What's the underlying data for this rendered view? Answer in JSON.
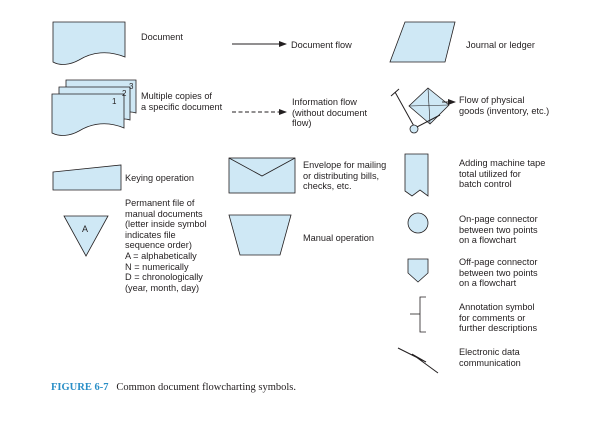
{
  "colors": {
    "fill": "#cfe8f5",
    "stroke": "#231f20",
    "caption_accent": "#2a8fc7"
  },
  "symbols": {
    "document": "Document",
    "document_flow": "Document flow",
    "journal": "Journal or ledger",
    "multiple_copies": "Multiple copies of\na specific document",
    "copy_numbers": [
      "1",
      "2",
      "3"
    ],
    "information_flow": "Information flow\n(without document\nflow)",
    "physical_goods": "Flow of physical\ngoods (inventory, etc.)",
    "keying": "Keying operation",
    "envelope": "Envelope for mailing\nor distributing bills,\nchecks, etc.",
    "adding_tape": "Adding machine tape\ntotal utilized for\nbatch control",
    "permanent_file": "Permanent file of\nmanual documents\n(letter inside symbol\nindicates file\nsequence order)\nA = alphabetically\nN = numerically\nD = chronologically\n     (year, month, day)",
    "file_letter": "A",
    "manual_operation": "Manual operation",
    "on_page": "On-page connector\nbetween two points\non a flowchart",
    "off_page": "Off-page connector\nbetween two points\non a flowchart",
    "annotation": "Annotation symbol\nfor comments or\nfurther descriptions",
    "electronic": "Electronic data\ncommunication"
  },
  "caption": {
    "figure": "FIGURE 6-7",
    "text": "Common document flowcharting symbols."
  }
}
